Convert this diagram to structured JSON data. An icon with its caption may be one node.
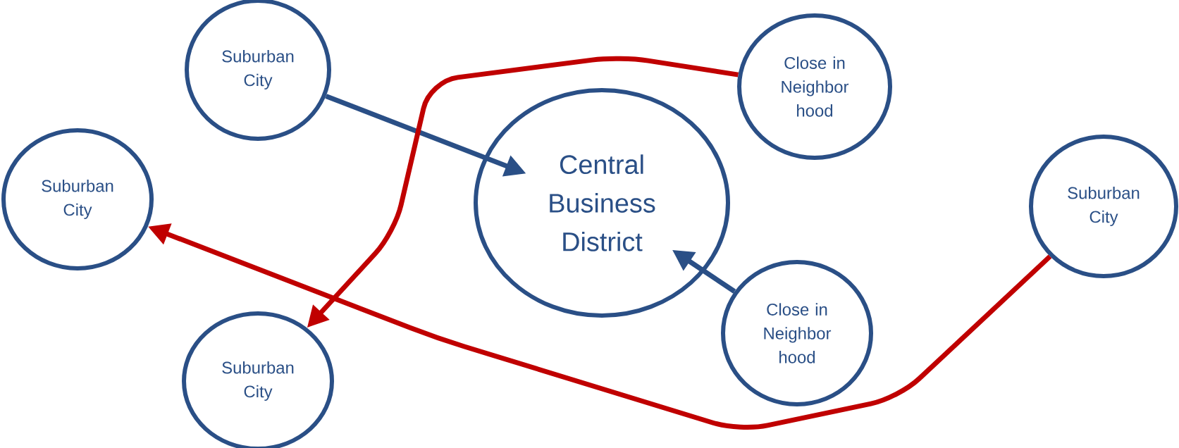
{
  "diagram": {
    "nodes": [
      {
        "text": [
          "Suburban City"
        ]
      },
      {
        "text": [
          "Close in Neighbor hood"
        ]
      },
      {
        "text": [
          "Suburban City"
        ]
      },
      {
        "text": [
          "Central Business District"
        ]
      },
      {
        "text": [
          "Suburban City"
        ]
      },
      {
        "text": [
          "Close in Neighbor hood"
        ]
      },
      {
        "text": [
          "Suburban City"
        ]
      }
    ],
    "edges": [
      {
        "from": 0,
        "to": 3,
        "arrow": "to"
      },
      {
        "from": 1,
        "to": 6,
        "arrow": "to",
        "color": "#c00000"
      },
      {
        "from": 4,
        "to": 2,
        "arrow": "to",
        "color": "#c00000"
      },
      {
        "from": 5,
        "to": 3,
        "arrow": "to"
      }
    ]
  }
}
